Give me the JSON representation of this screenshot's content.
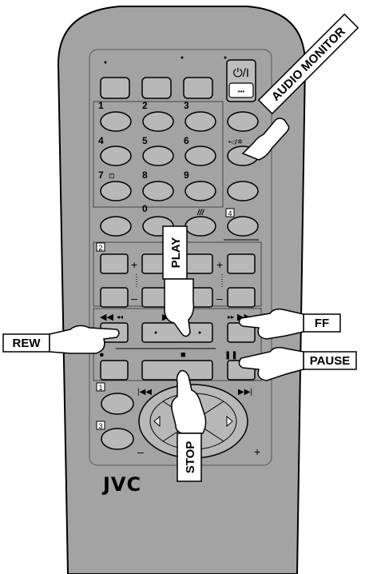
{
  "brand": {
    "logo": "JVC"
  },
  "callouts": {
    "audio_monitor": "AUDIO MONITOR",
    "play": "PLAY",
    "rew": "REW",
    "ff": "FF",
    "pause": "PAUSE",
    "stop": "STOP"
  },
  "keypad": {
    "digits": [
      "1",
      "2",
      "3",
      "4",
      "5",
      "6",
      "7",
      "8",
      "9",
      "0"
    ],
    "seven_icon": "⊡"
  },
  "symbols": {
    "power": "⏻/I",
    "dots": "•••",
    "audio_monitor_icon": "•◁/✲",
    "slashes": "///",
    "plus": "+",
    "minus": "–",
    "rew": "◀◀",
    "rew_small": "◂◂",
    "play": "▶",
    "ff_small": "▸▸",
    "ff": "▶▶",
    "record": "●",
    "stop": "■",
    "pause": "❚❚",
    "skip_back": "|◀◀",
    "skip_fwd": "▶▶|"
  },
  "section_markers": [
    "4",
    "2",
    "1",
    "3"
  ]
}
